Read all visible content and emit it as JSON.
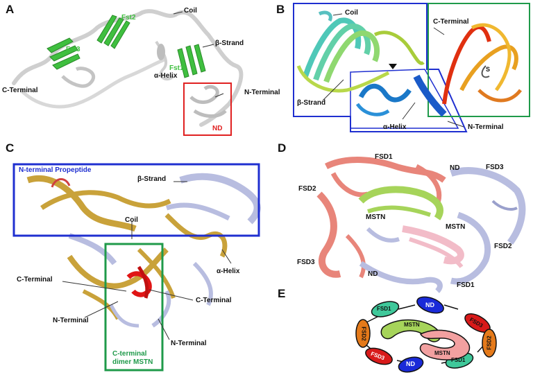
{
  "panels": {
    "a": {
      "letter": "A",
      "labels": {
        "fst2": "Fst2",
        "coil": "Coil",
        "fst3": "Fst3",
        "beta_strand": "β-Strand",
        "fst1": "Fst1",
        "alpha_helix": "α-Helix",
        "c_terminal": "C-Terminal",
        "n_terminal": "N-Terminal",
        "nd": "ND"
      }
    },
    "b": {
      "letter": "B",
      "labels": {
        "coil": "Coil",
        "c_terminal": "C-Terminal",
        "s": "S",
        "beta_strand": "β-Strand",
        "alpha_helix": "α-Helix",
        "n_terminal": "N-Terminal"
      }
    },
    "c": {
      "letter": "C",
      "labels": {
        "propeptide": "N-terminal Propeptide",
        "beta_strand": "β-Strand",
        "coil": "Coil",
        "alpha_helix": "α-Helix",
        "c_terminal_left": "C-Terminal",
        "c_terminal_right": "C-Terminal",
        "n_terminal_left": "N-Terminal",
        "n_terminal_right": "N-Terminal",
        "dimer_line1": "C-terminal",
        "dimer_line2": "dimer MSTN"
      }
    },
    "d": {
      "letter": "D",
      "labels": {
        "fsd1_top": "FSD1",
        "nd_top": "ND",
        "fsd3_right": "FSD3",
        "fsd2_left": "FSD2",
        "mstn_left": "MSTN",
        "mstn_right": "MSTN",
        "fsd2_right": "FSD2",
        "fsd3_left": "FSD3",
        "nd_bottom": "ND",
        "fsd1_bottom": "FSD1"
      }
    },
    "e": {
      "letter": "E",
      "labels": {
        "fsd1_top": "FSD1",
        "nd_top": "ND",
        "fsd2_left": "FSD2",
        "fsd3_right": "FSD3",
        "mstn_green": "MSTN",
        "mstn_pink": "MSTN",
        "fsd3_left": "FSD3",
        "fsd2_right": "FSD2",
        "nd_bottom": "ND",
        "fsd1_bottom": "FSD1"
      }
    }
  },
  "colors": {
    "fst_green": "#3fbf3f",
    "fst_label_green": "#3fbf3f",
    "nd_red": "#e02020",
    "box_blue": "#1f2fd0",
    "box_green": "#1f9a4a",
    "gold": "#c9a23a",
    "lavender": "#b8bde0",
    "salmon": "#e8857a",
    "lime": "#a6d45a",
    "pink": "#f2bcc8",
    "e_fsd1": "#3fc89a",
    "e_nd": "#1a2ad8",
    "e_fsd2": "#e57a1a",
    "e_fsd3": "#d81a1a",
    "e_mstn_green": "#a6d45a",
    "e_mstn_pink": "#f2a0a0"
  }
}
